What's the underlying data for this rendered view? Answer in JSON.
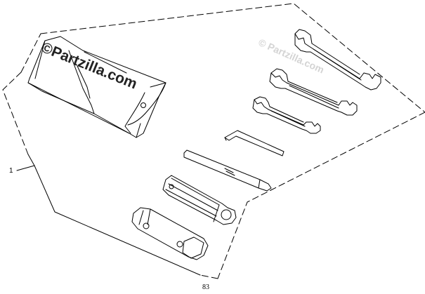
{
  "watermark": {
    "main_text": "©Partzilla.com",
    "faint_text": "© Partzilla.com"
  },
  "callouts": [
    {
      "label": "1",
      "item": "tool-kit-assembly"
    }
  ],
  "page_number": "83",
  "components": [
    "tool-bag",
    "double-open-end-wrench-large",
    "double-open-end-wrench-medium",
    "double-open-end-wrench-small",
    "hex-key",
    "screwdriver-blade",
    "screwdriver-handle",
    "spark-plug-socket-wrench"
  ],
  "colors": {
    "line": "#000000",
    "background": "#ffffff",
    "watermark_faint": "#d4d4d4"
  }
}
